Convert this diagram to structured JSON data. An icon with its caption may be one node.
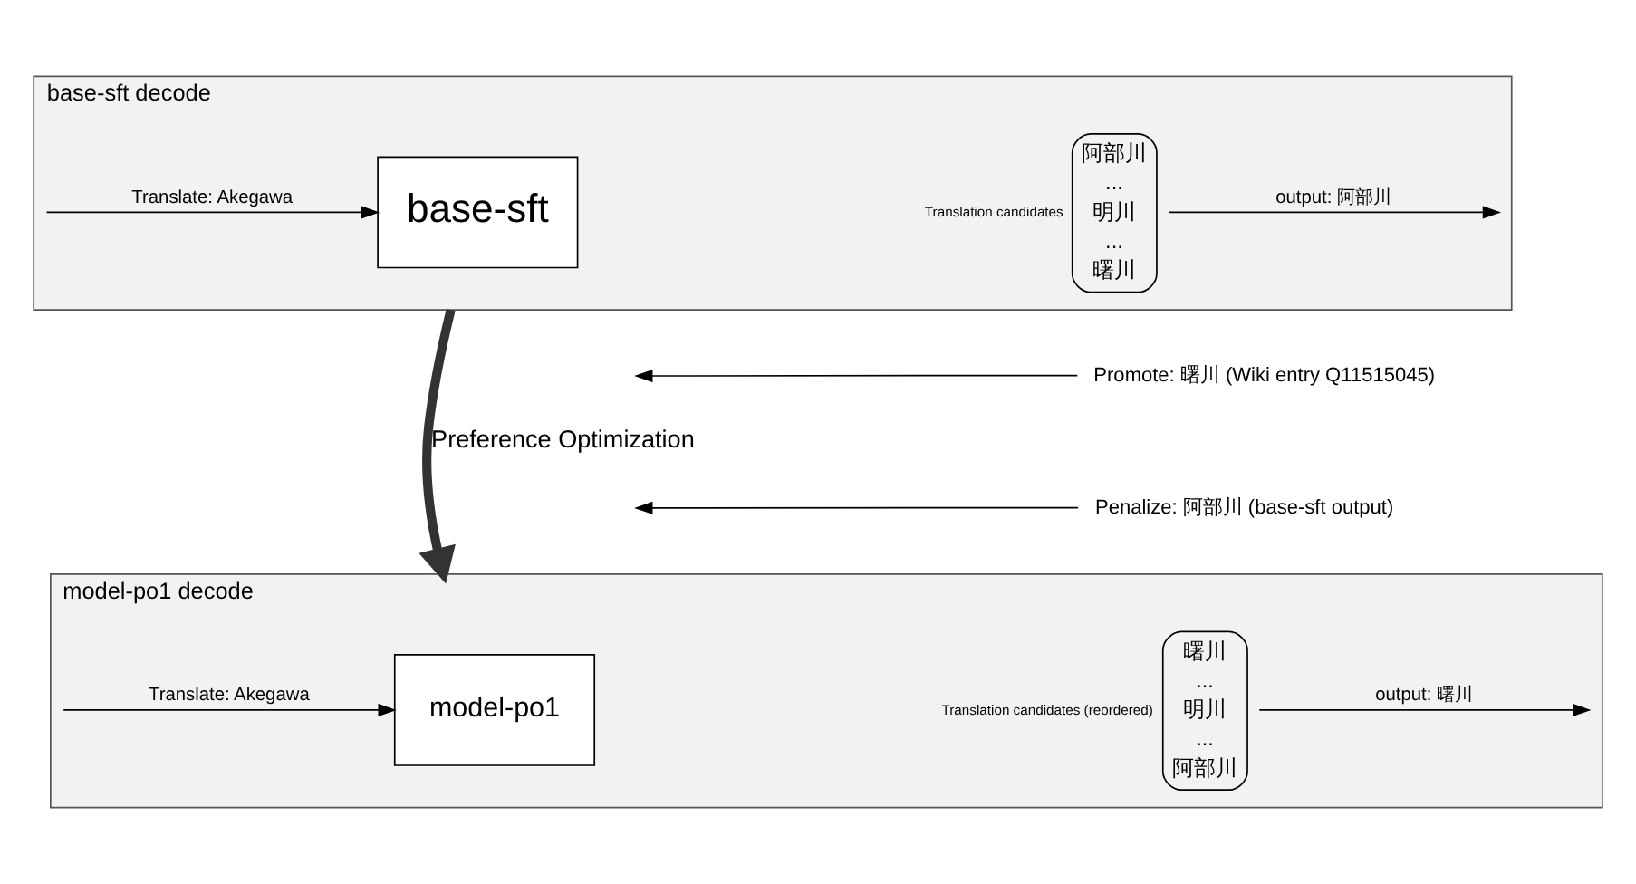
{
  "diagram": {
    "nodes": [
      {
        "text": [
          "base-sft decode"
        ]
      },
      {
        "text": [
          "base-sft"
        ],
        "in": 0
      },
      {
        "text": [
          "阿部川",
          "...",
          "明川",
          "...",
          "曙川"
        ],
        "in": 0,
        "beside": [
          "Translation candidates"
        ]
      },
      {
        "text": [
          "Promote: 曙川 (Wiki entry Q11515045)"
        ]
      },
      {
        "text": [
          "Penalize: 阿部川 (base-sft output)"
        ]
      },
      {
        "text": [
          "model-po1 decode"
        ]
      },
      {
        "text": [
          "model-po1"
        ],
        "in": 5
      },
      {
        "text": [
          "曙川",
          "...",
          "明川",
          "...",
          "阿部川"
        ],
        "in": 5,
        "beside": [
          "Translation candidates (reordered)"
        ]
      }
    ],
    "edges": [
      {
        "from": null,
        "to": 1,
        "arrow": "to",
        "label": "Translate: Akegawa"
      },
      {
        "from": 2,
        "to": null,
        "arrow": "to",
        "label": "output: 阿部川"
      },
      {
        "from": 0,
        "to": 5,
        "arrow": "to",
        "label": "Preference Optimization",
        "style": "thick"
      },
      {
        "from": 3,
        "to": null,
        "arrow": "to"
      },
      {
        "from": 4,
        "to": null,
        "arrow": "to"
      },
      {
        "from": null,
        "to": 6,
        "arrow": "to",
        "label": "Translate: Akegawa"
      },
      {
        "from": 7,
        "to": null,
        "arrow": "to",
        "label": "output: 曙川"
      }
    ]
  }
}
